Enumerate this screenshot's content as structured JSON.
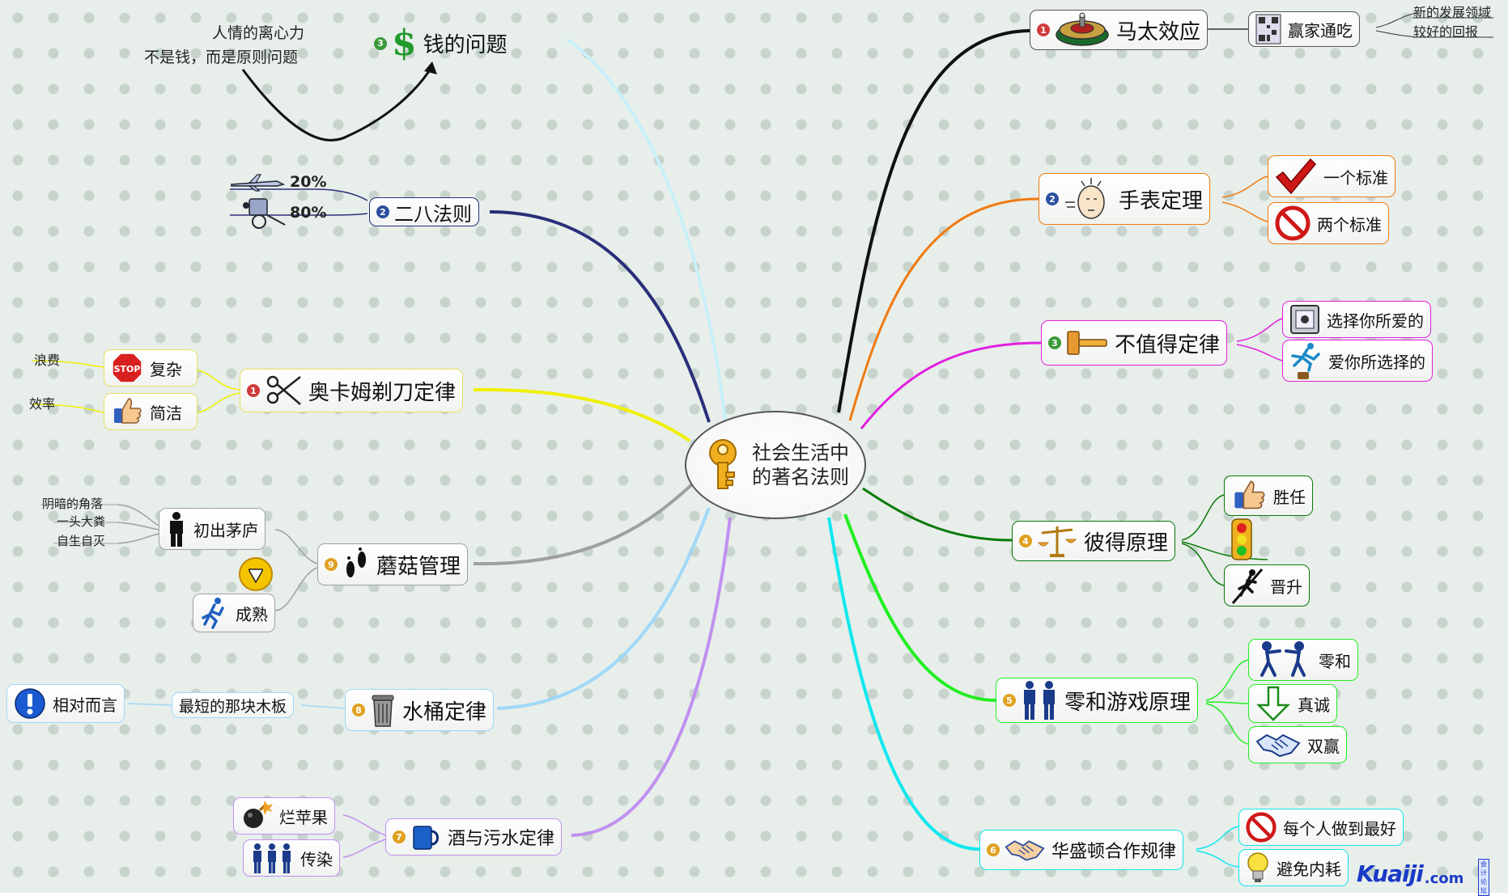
{
  "center": {
    "line1": "社会生活中",
    "line2": "的著名法则",
    "icon": "key-icon"
  },
  "colors": {
    "background": "#e8eeea",
    "yellow": "#f0f000",
    "navy": "#2a2f7a",
    "black": "#111111",
    "orange": "#f07a10",
    "magenta": "#e020e0",
    "green": "#0a7a0a",
    "lime": "#22ee22",
    "cyan": "#10e8ee",
    "lavender": "#c090f0",
    "skyblue": "#a0d8f8",
    "gray": "#a0a0a0",
    "paleblue": "#c8f0f8"
  },
  "left": {
    "money": {
      "label": "钱的问题",
      "num": "3",
      "icon": "dollar-icon",
      "note1": "人情的离心力",
      "note2": "不是钱，而是原则问题"
    },
    "pareto": {
      "label": "二八法则",
      "num": "2",
      "icons": [
        "airplane-icon",
        "rickshaw-icon"
      ],
      "p20": "20%",
      "p80": "80%"
    },
    "occam": {
      "label": "奥卡姆剃刀定律",
      "num": "1",
      "icon": "scissors-icon",
      "complex": "复杂",
      "simple": "简洁",
      "waste": "浪费",
      "efficiency": "效率",
      "stop_text": "STOP"
    },
    "mushroom": {
      "label": "蘑菇管理",
      "num": "9",
      "icon": "footprints-icon",
      "debut": "初出茅庐",
      "mature": "成熟",
      "notes": [
        "阴暗的角落",
        "一头大粪",
        "自生自灭"
      ]
    },
    "bucket": {
      "label": "水桶定律",
      "num": "8",
      "icon": "trash-can-icon",
      "shortest": "最短的那块木板",
      "relative": "相对而言"
    },
    "wine": {
      "label": "酒与污水定律",
      "num": "7",
      "icon": "mug-icon",
      "rotten": "烂苹果",
      "infect": "传染"
    }
  },
  "right": {
    "matthew": {
      "label": "马太效应",
      "num": "1",
      "icon": "roulette-icon",
      "winner": "赢家通吃",
      "dev": "新的发展领域",
      "reward": "较好的回报"
    },
    "watch": {
      "label": "手表定理",
      "num": "2",
      "icon": "thinking-head-icon",
      "one": "一个标准",
      "two": "两个标准"
    },
    "notworth": {
      "label": "不值得定律",
      "num": "3",
      "icon": "hammer-icon",
      "choose": "选择你所爱的",
      "love": "爱你所选择的"
    },
    "peter": {
      "label": "彼得原理",
      "num": "4",
      "icon": "scale-icon",
      "competent": "胜任",
      "promote": "晋升"
    },
    "zerosum": {
      "label": "零和游戏原理",
      "num": "5",
      "icon": "people-icon",
      "zero": "零和",
      "sincere": "真诚",
      "winwin": "双赢"
    },
    "washington": {
      "label": "华盛顿合作规律",
      "num": "6",
      "icon": "handshake-icon",
      "best": "每个人做到最好",
      "avoid": "避免内耗"
    }
  },
  "watermark": {
    "text": "Kuaiji",
    "dotcom": ".com",
    "sub": "会计论坛"
  }
}
